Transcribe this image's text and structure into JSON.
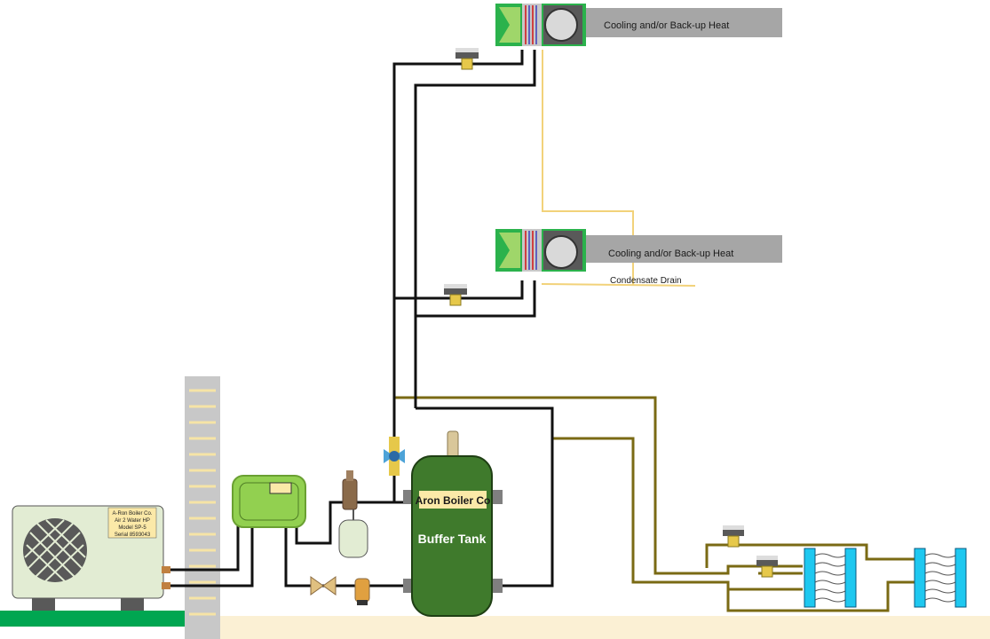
{
  "labels": {
    "ahu_top": "Cooling and/or Back-up Heat",
    "ahu_mid": "Cooling and/or Back-up Heat",
    "condensate": "Condensate Drain",
    "buffer_brand": "Aron Boiler Co",
    "buffer_name": "Buffer Tank"
  },
  "heat_pump_plate": {
    "line1": "A-Ron Boiler Co.",
    "line2": "Air 2 Water HP",
    "line3": "Model SP-5",
    "line4": "Serial 8593043"
  },
  "colors": {
    "pipe_chilled": "#111111",
    "pipe_hot": "#7a6a14",
    "condensate": "#f2d27a",
    "ground": "#00a651",
    "floor": "#fbf0d4",
    "ahu_casing": "#2bb24c",
    "duct": "#a6a6a6",
    "tank": "#3f7a2c",
    "tank_label": "#fbe9a8",
    "controller": "#92d050",
    "radiator": "#1ec8f0",
    "heat_pump": "#e2ecd3"
  }
}
